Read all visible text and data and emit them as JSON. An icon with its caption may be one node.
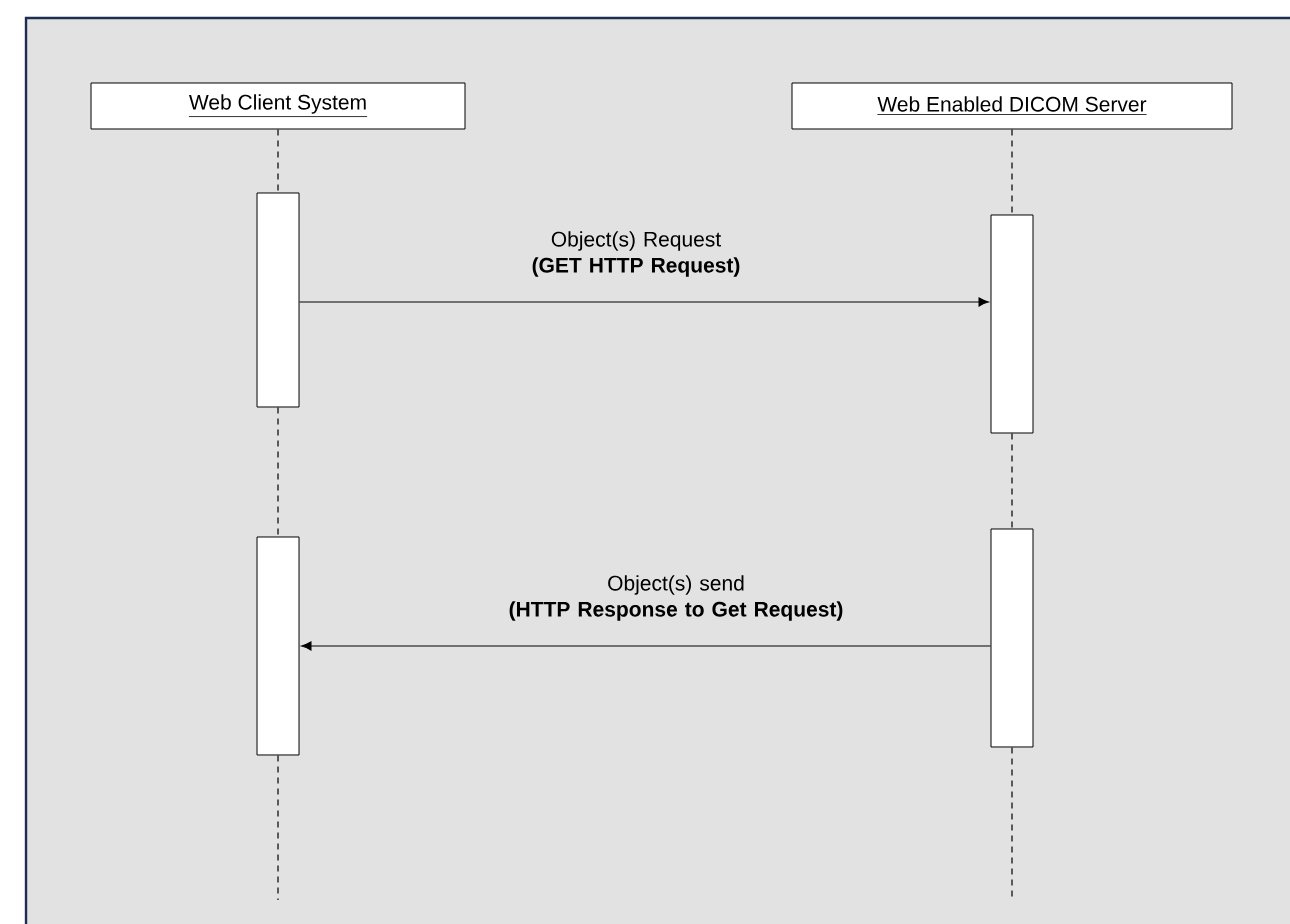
{
  "diagram": {
    "nodes": [
      {
        "text": [
          "Web Client System"
        ]
      },
      {
        "text": [
          "Web Enabled DICOM Server"
        ]
      },
      {
        "text": [],
        "shape": "bar"
      },
      {
        "text": [],
        "shape": "bar"
      },
      {
        "text": [],
        "shape": "bar"
      },
      {
        "text": [],
        "shape": "bar"
      }
    ],
    "edges": [
      {
        "from": 0,
        "to": 2,
        "arrow": "none",
        "style": "dashed"
      },
      {
        "from": 1,
        "to": 3,
        "arrow": "none",
        "style": "dashed"
      },
      {
        "from": 2,
        "to": 3,
        "arrow": "to",
        "label": "Object(s) Request **(GET HTTP Request)**"
      },
      {
        "from": 2,
        "to": 4,
        "arrow": "none",
        "style": "dashed"
      },
      {
        "from": 3,
        "to": 5,
        "arrow": "none",
        "style": "dashed"
      },
      {
        "from": 5,
        "to": 4,
        "arrow": "to",
        "label": "Object(s) send **(HTTP Response to Get Request)**"
      },
      {
        "from": 4,
        "to": null,
        "arrow": "none",
        "style": "dashed"
      },
      {
        "from": 5,
        "to": null,
        "arrow": "none",
        "style": "dashed"
      }
    ]
  }
}
